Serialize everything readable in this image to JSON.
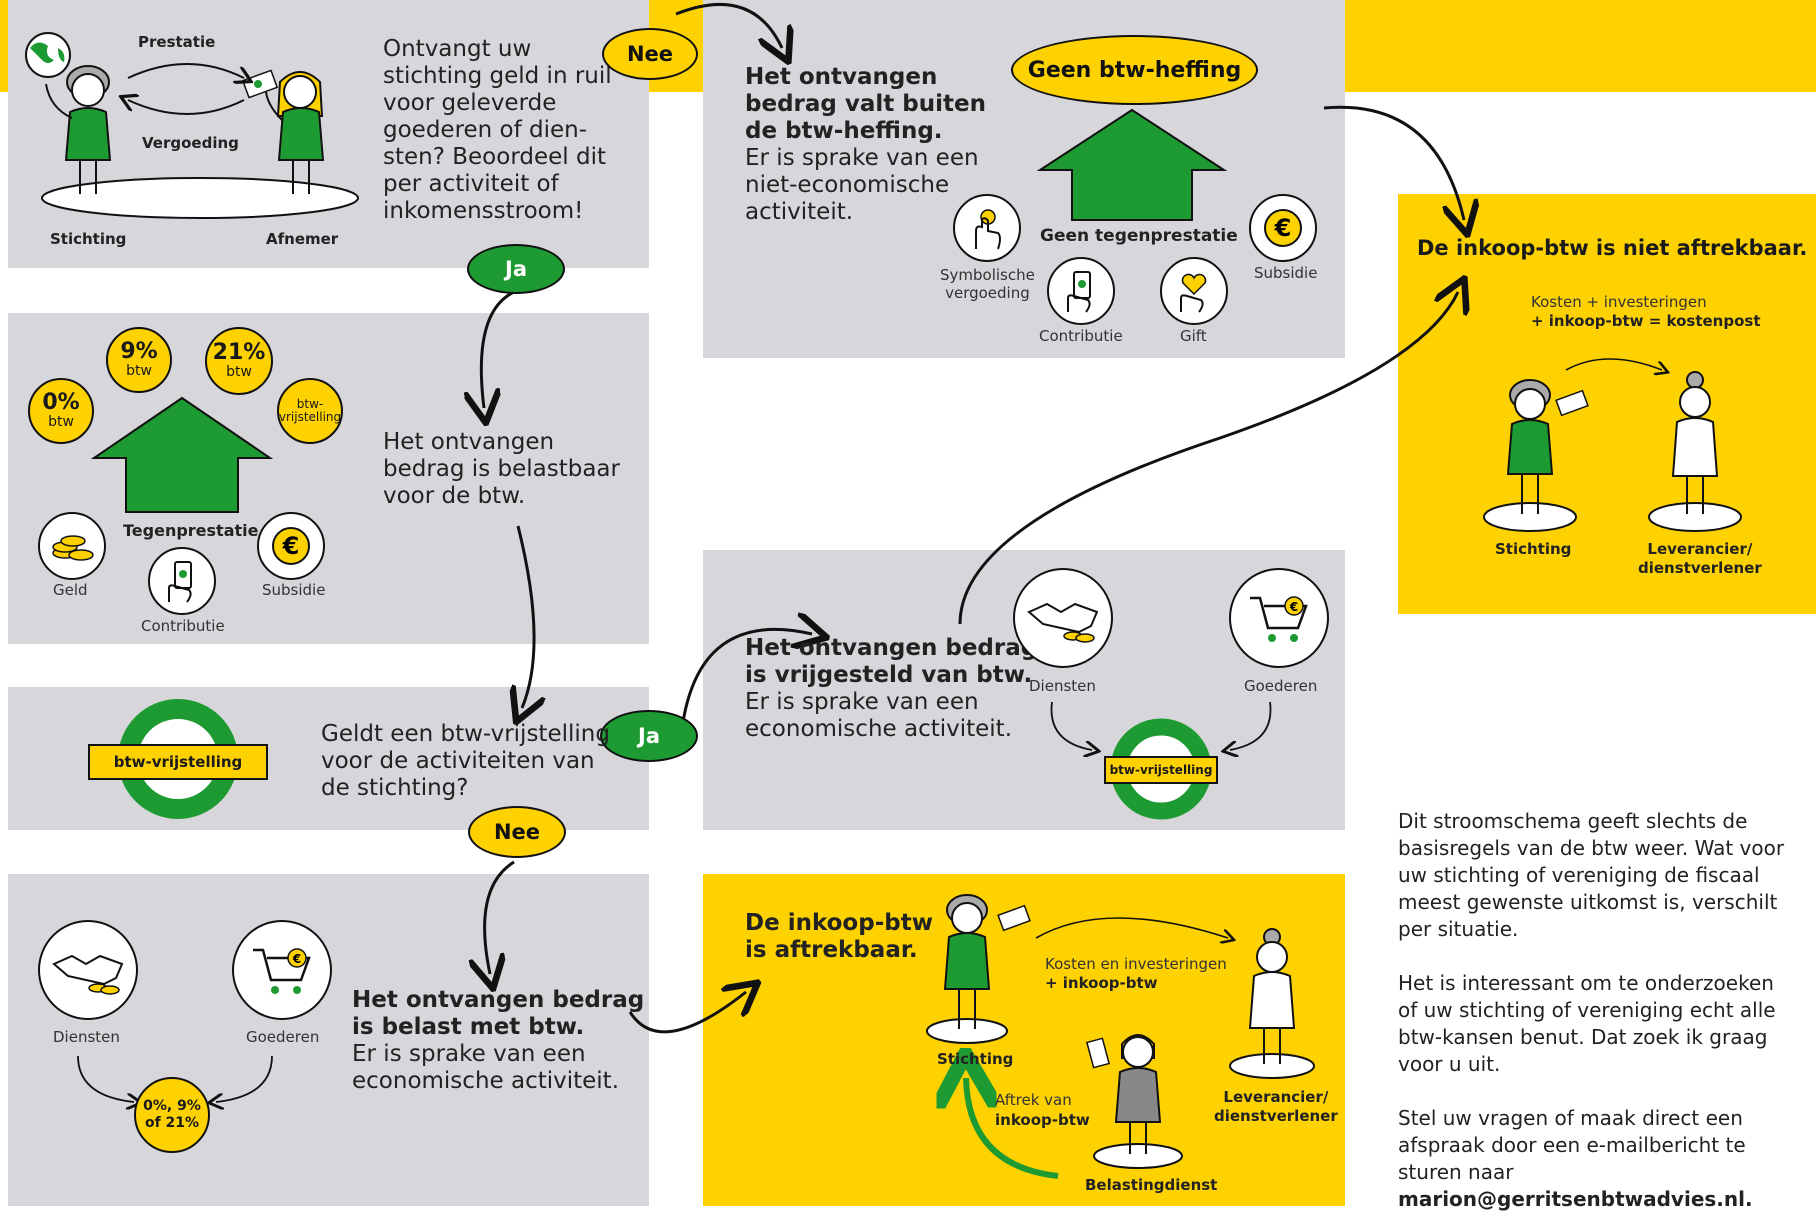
{
  "colors": {
    "yellow": "#fed100",
    "gray": "#d6d6db",
    "green": "#1e9a32",
    "ink": "#111111"
  },
  "start": {
    "label_prestatie": "Prestatie",
    "label_vergoeding": "Vergoeding",
    "label_stichting": "Stichting",
    "label_afnemer": "Afnemer",
    "question": [
      "Ontvangt uw",
      "stichting geld in ruil",
      "voor geleverde",
      "goederen of dien-",
      "sten? Beoordeel dit",
      "per activiteit of",
      "inkomensstroom!"
    ]
  },
  "pills": {
    "nee_top": "Nee",
    "ja_1": "Ja",
    "ja_2": "Ja",
    "nee_2": "Nee"
  },
  "buiten_heffing": {
    "ellipse": "Geen btw-heffing",
    "title": [
      "Het ontvangen",
      "bedrag valt buiten",
      "de btw-heffing."
    ],
    "body": [
      "Er is sprake van een",
      "niet-economische",
      "activiteit."
    ],
    "arrow_label": "Geen tegenprestatie",
    "icons": {
      "symbolisch": [
        "Symbolische",
        "vergoeding"
      ],
      "contributie": "Contributie",
      "gift": "Gift",
      "subsidie": "Subsidie"
    }
  },
  "niet_aftrekbaar": {
    "title": "De inkoop-btw is niet aftrekbaar.",
    "formula_1": "Kosten + investeringen",
    "formula_2": "+ inkoop-btw = kostenpost",
    "left": "Stichting",
    "right": [
      "Leverancier/",
      "dienstverlener"
    ]
  },
  "belastbaar": {
    "coins": {
      "pct0": "0%",
      "pct9": "9%",
      "pct21": "21%",
      "btw": "btw",
      "vrij": [
        "btw-",
        "vrijstelling"
      ]
    },
    "arrow_label": "Tegenprestatie",
    "icons": {
      "geld": "Geld",
      "contributie": "Contributie",
      "subsidie": "Subsidie"
    },
    "text": [
      "Het ontvangen",
      "bedrag is belastbaar",
      "voor de btw."
    ]
  },
  "vrijstelling_vraag": {
    "badge": "btw-vrijstelling",
    "text": [
      "Geldt een btw-vrijstelling",
      "voor de activiteiten van",
      "de stichting?"
    ]
  },
  "vrijgesteld": {
    "title": [
      "Het ontvangen bedrag",
      "is vrijgesteld van btw."
    ],
    "body": [
      "Er is sprake van een",
      "economische activiteit."
    ],
    "diensten": "Diensten",
    "goederen": "Goederen",
    "badge": "btw-vrijstelling"
  },
  "belast": {
    "diensten": "Diensten",
    "goederen": "Goederen",
    "coin": [
      "0%, 9%",
      "of 21%"
    ],
    "title": [
      "Het ontvangen bedrag",
      "is belast met btw."
    ],
    "body": [
      "Er is sprake van een",
      "economische activiteit."
    ]
  },
  "aftrekbaar": {
    "title": [
      "De inkoop-btw",
      "is aftrekbaar."
    ],
    "kosten_1": "Kosten en investeringen",
    "kosten_2": "+ inkoop-btw",
    "stichting": "Stichting",
    "aftrek_1": "Aftrek van",
    "aftrek_2": "inkoop-btw",
    "leverancier": [
      "Leverancier/",
      "dienstverlener"
    ],
    "belastingdienst": "Belastingdienst"
  },
  "sidebar": {
    "p1": [
      "Dit stroomschema geeft slechts de",
      "basisregels van de btw weer. Wat voor",
      "uw stichting of vereniging de fiscaal",
      "meest gewenste uitkomst is, verschilt",
      "per situatie."
    ],
    "p2": [
      "Het is interessant om te onderzoeken",
      "of uw stichting of vereniging echt alle",
      "btw-kansen benut. Dat zoek ik graag",
      "voor u uit."
    ],
    "p3": [
      "Stel uw vragen of maak direct een",
      "afspraak door een e-mailbericht te",
      "sturen naar"
    ],
    "email": "marion@gerritsenbtwadvies.nl."
  }
}
